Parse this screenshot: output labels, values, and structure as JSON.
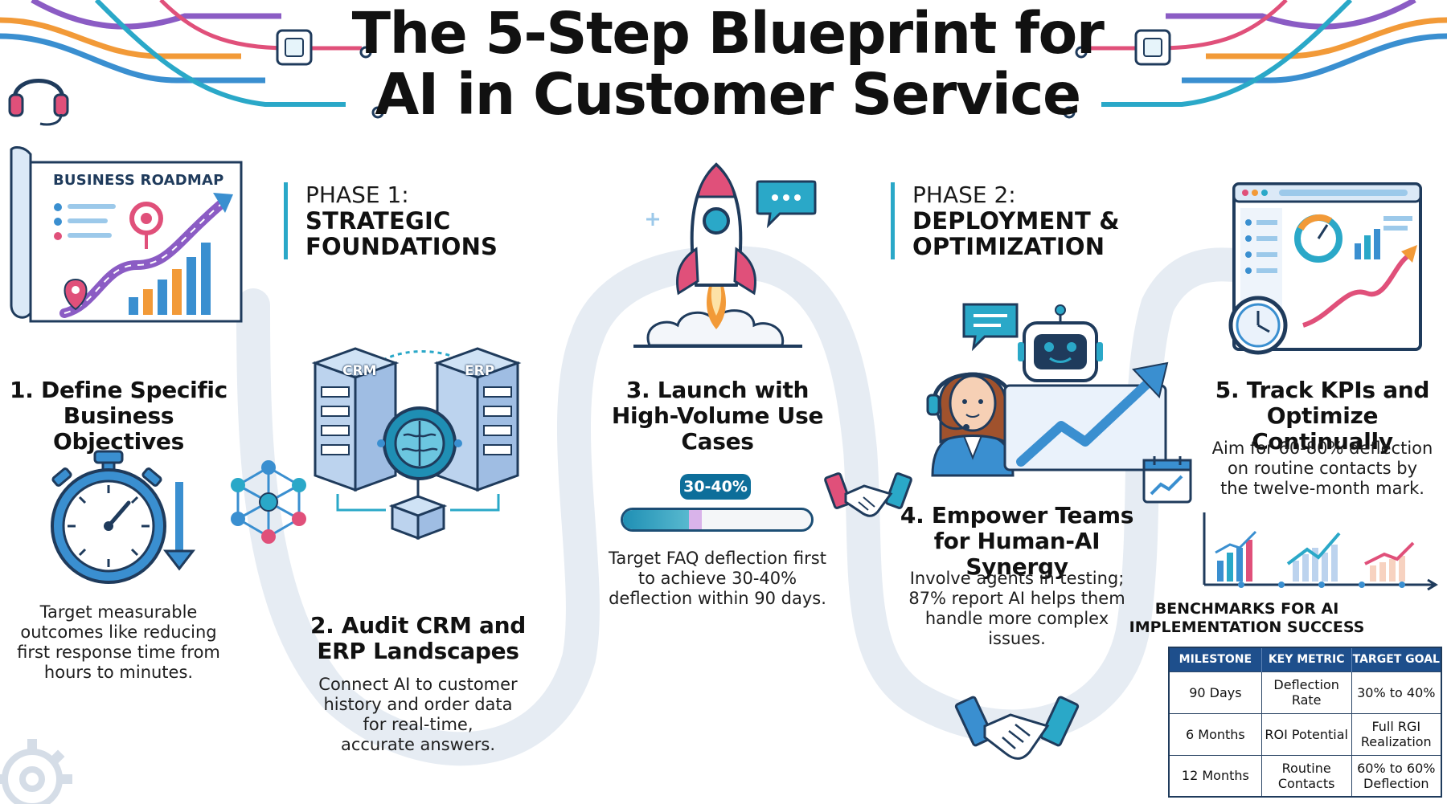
{
  "title": {
    "line1": "The 5-Step Blueprint for",
    "line2": "AI in Customer Service"
  },
  "phases": [
    {
      "label": "PHASE 1:",
      "name_line1": "STRATEGIC",
      "name_line2": "FOUNDATIONS"
    },
    {
      "label": "PHASE 2:",
      "name_line1": "DEPLOYMENT &",
      "name_line2": "OPTIMIZATION"
    }
  ],
  "roadmap_label": "BUSINESS ROADMAP",
  "server_labels": {
    "left": "CRM",
    "right": "ERP"
  },
  "steps": [
    {
      "title_line1": "1. Define Specific",
      "title_line2": "Business Objectives",
      "desc_lines": [
        "Target measurable",
        "outcomes like reducing",
        "first response time from",
        "hours to minutes."
      ]
    },
    {
      "title_line1": "2. Audit CRM and",
      "title_line2": "ERP Landscapes",
      "desc_lines": [
        "Connect AI to customer",
        "history and order data",
        "for real-time,",
        "accurate answers."
      ]
    },
    {
      "title_line1": "3. Launch with",
      "title_line2": "High-Volume Use",
      "title_line3": "Cases",
      "desc_lines": [
        "Target FAQ deflection first",
        "to achieve 30-40%",
        "deflection within 90 days."
      ]
    },
    {
      "title_line1": "4. Empower Teams",
      "title_line2": "for Human-AI Synergy",
      "desc_lines": [
        "Involve agents in testing;",
        "87% report AI helps them",
        "handle more complex",
        "issues."
      ]
    },
    {
      "title_line1": "5. Track KPIs and",
      "title_line2": "Optimize Continually",
      "desc_lines": [
        "Aim for 60-80% deflection",
        "on routine contacts by",
        "the twelve-month mark."
      ]
    }
  ],
  "progress": {
    "label": "30-40%",
    "fill_fraction": 0.35
  },
  "benchmarks": {
    "title_line1": "BENCHMARKS FOR AI",
    "title_line2": "IMPLEMENTATION SUCCESS",
    "headers": [
      "MILESTONE",
      "KEY METRIC",
      "TARGET GOAL"
    ],
    "rows": [
      [
        "90 Days",
        "Deflection Rate",
        "30% to 40%"
      ],
      [
        "6 Months",
        "ROI Potential",
        "Full RGI Realization"
      ],
      [
        "12 Months",
        "Routine Contacts",
        "60% to 60% Deflection"
      ]
    ]
  },
  "colors": {
    "navy": "#1f3b5c",
    "teal": "#2aa8c8",
    "blue": "#3a8fd0",
    "pink": "#e0507a",
    "orange": "#f29a38",
    "purple": "#8b5cc4",
    "path": "#e4eaf2",
    "table_header": "#1e4f8c"
  },
  "icons": [
    "headset-icon",
    "circuit-icon",
    "roadmap-icon",
    "stopwatch-icon",
    "network-icon",
    "server-icon",
    "brain-icon",
    "rocket-icon",
    "chat-bubble-icon",
    "agent-icon",
    "robot-icon",
    "handshake-icon",
    "dashboard-icon",
    "clock-icon",
    "calendar-chart-icon",
    "mini-chart-icon",
    "gear-icon"
  ]
}
